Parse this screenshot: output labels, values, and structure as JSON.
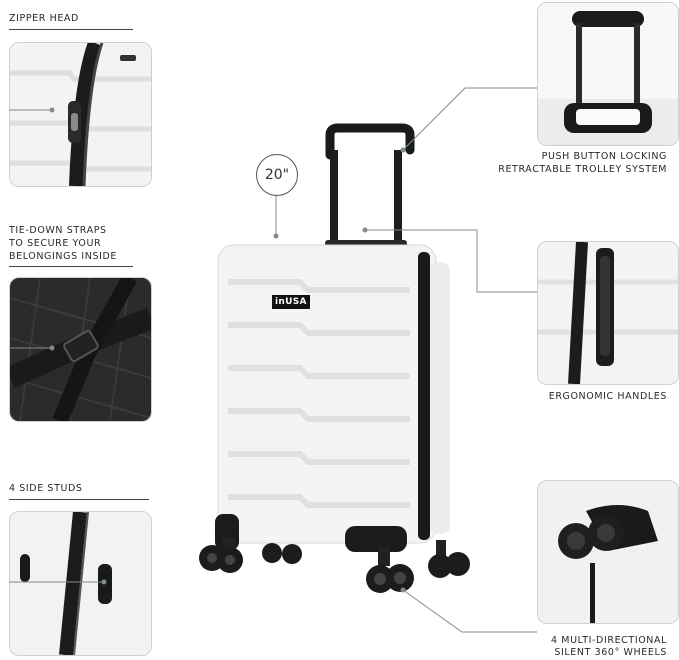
{
  "features": {
    "zipper_head": "ZIPPER HEAD",
    "tie_down_line1": "TIE-DOWN STRAPS",
    "tie_down_line2": "TO SECURE YOUR",
    "tie_down_line3": "BELONGINGS INSIDE",
    "side_studs": "4 SIDE STUDS",
    "trolley_line1": "PUSH BUTTON LOCKING",
    "trolley_line2": "RETRACTABLE TROLLEY SYSTEM",
    "handles": "ERGONOMIC HANDLES",
    "wheels_line1": "4 MULTI-DIRECTIONAL",
    "wheels_line2": "SILENT 360° WHEELS"
  },
  "size_badge": "20\"",
  "brand": "inUSA",
  "colors": {
    "shell": "#f4f4f4",
    "trim": "#1a1a1a",
    "lining": "#2b2b2b",
    "connector": "#7f8c8d"
  }
}
